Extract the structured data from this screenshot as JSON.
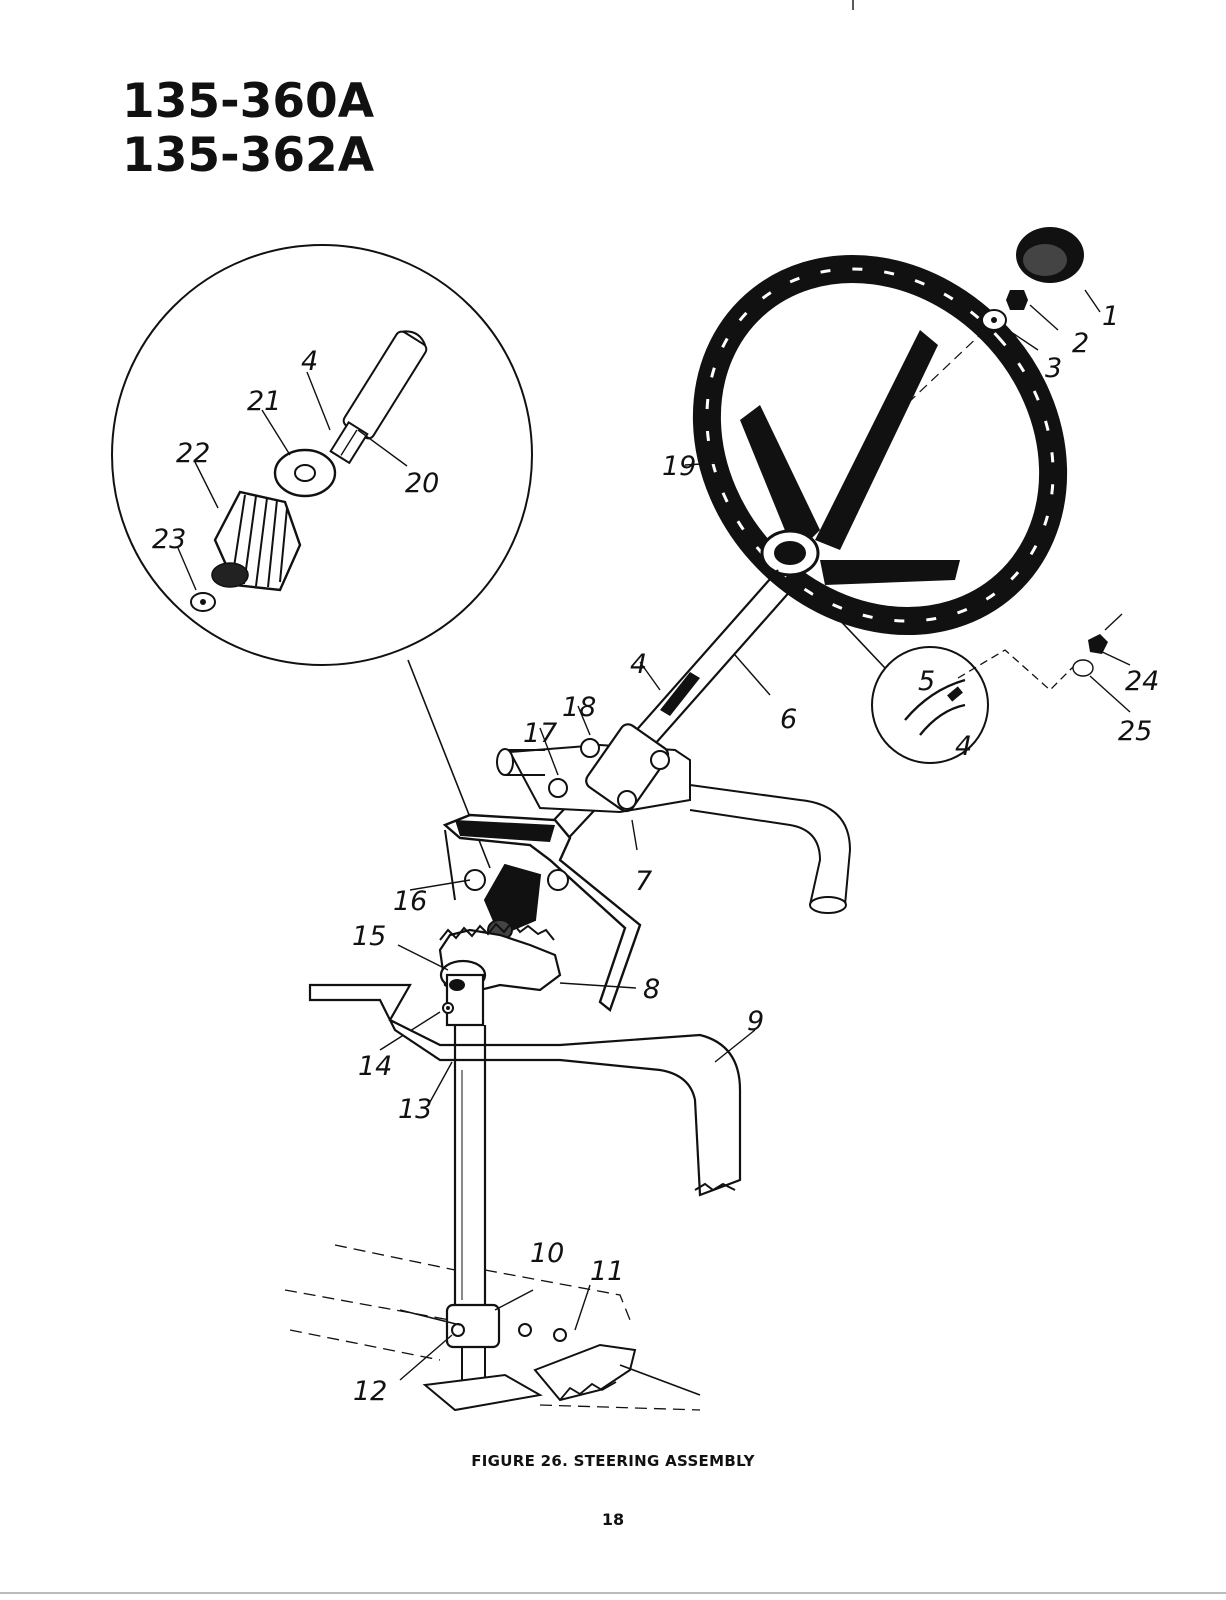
{
  "header": {
    "model_numbers": [
      "135-360A",
      "135-362A"
    ]
  },
  "figure": {
    "caption": "FIGURE 26. STEERING ASSEMBLY",
    "callouts": [
      "1",
      "2",
      "3",
      "4",
      "5",
      "6",
      "7",
      "8",
      "9",
      "10",
      "11",
      "12",
      "13",
      "14",
      "15",
      "16",
      "17",
      "18",
      "19",
      "20",
      "21",
      "22",
      "23",
      "24",
      "25"
    ],
    "detail_callouts": {
      "c4a": "4",
      "c21": "21",
      "c22": "22",
      "c23": "23",
      "c20": "20",
      "c5": "5",
      "c4b": "4",
      "c4c": "4"
    }
  },
  "footer": {
    "page_number": "18"
  }
}
